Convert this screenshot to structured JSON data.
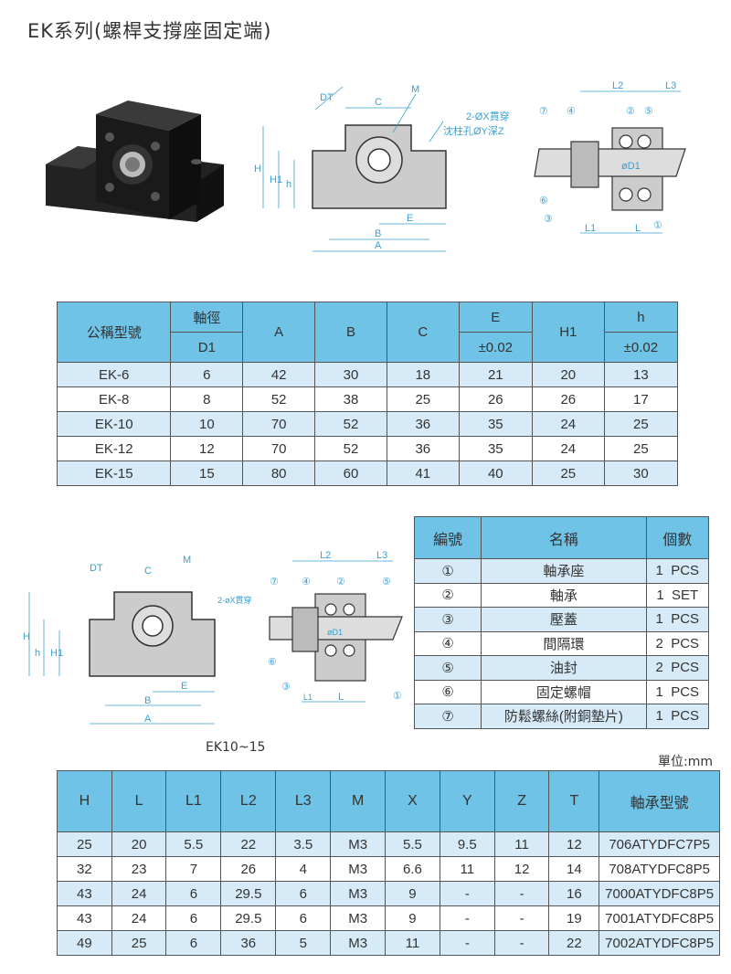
{
  "title": "EK系列(螺桿支撐座固定端)",
  "diagram_top": {
    "front_labels": {
      "DT": "DT",
      "M": "M",
      "C": "C",
      "H": "H",
      "H1": "H1",
      "h": "h",
      "E": "E",
      "B": "B",
      "A": "A",
      "hole_note_1": "2-ØX貫穿",
      "hole_note_2": "沈柱孔ØY深Z"
    },
    "section_labels": {
      "L2": "L2",
      "L3": "L3",
      "L1": "L1",
      "L": "L",
      "D1": "øD1",
      "n1": "①",
      "n2": "②",
      "n3": "③",
      "n4": "④",
      "n5": "⑤",
      "n6": "⑥",
      "n7": "⑦"
    }
  },
  "diagram_bottom": {
    "front_labels": {
      "DT": "DT",
      "M": "M",
      "C": "C",
      "H": "H",
      "H1": "H1",
      "h": "h",
      "E": "E",
      "B": "B",
      "A": "A",
      "hole_note": "2-øX貫穿"
    },
    "section_labels": {
      "L2": "L2",
      "L3": "L3",
      "L1": "L1",
      "L": "L",
      "D1": "øD1",
      "n1": "①",
      "n2": "②",
      "n3": "③",
      "n4": "④",
      "n5": "⑤",
      "n6": "⑥",
      "n7": "⑦"
    },
    "caption": "EK10~15"
  },
  "unit": "單位:mm",
  "dimension_table": {
    "headers": [
      "公稱型號",
      "軸徑",
      "A",
      "B",
      "C",
      "E",
      "H1",
      "h"
    ],
    "subheaders": {
      "d1": "D1",
      "e_tol": "±0.02",
      "h_tol": "±0.02"
    },
    "rows": [
      [
        "EK-6",
        "6",
        "42",
        "30",
        "18",
        "21",
        "20",
        "13"
      ],
      [
        "EK-8",
        "8",
        "52",
        "38",
        "25",
        "26",
        "26",
        "17"
      ],
      [
        "EK-10",
        "10",
        "70",
        "52",
        "36",
        "35",
        "24",
        "25"
      ],
      [
        "EK-12",
        "12",
        "70",
        "52",
        "36",
        "35",
        "24",
        "25"
      ],
      [
        "EK-15",
        "15",
        "80",
        "60",
        "41",
        "40",
        "25",
        "30"
      ]
    ]
  },
  "parts_table": {
    "headers": [
      "編號",
      "名稱",
      "個數"
    ],
    "rows": [
      [
        "①",
        "軸承座",
        "1  PCS"
      ],
      [
        "②",
        "軸承",
        "1  SET"
      ],
      [
        "③",
        "壓蓋",
        "1  PCS"
      ],
      [
        "④",
        "間隔環",
        "2  PCS"
      ],
      [
        "⑤",
        "油封",
        "2  PCS"
      ],
      [
        "⑥",
        "固定螺帽",
        "1  PCS"
      ],
      [
        "⑦",
        "防鬆螺絲(附銅墊片)",
        "1  PCS"
      ]
    ]
  },
  "spec_table": {
    "headers": [
      "H",
      "L",
      "L1",
      "L2",
      "L3",
      "M",
      "X",
      "Y",
      "Z",
      "T",
      "軸承型號"
    ],
    "rows": [
      [
        "25",
        "20",
        "5.5",
        "22",
        "3.5",
        "M3",
        "5.5",
        "9.5",
        "11",
        "12",
        "706ATYDFC7P5"
      ],
      [
        "32",
        "23",
        "7",
        "26",
        "4",
        "M3",
        "6.6",
        "11",
        "12",
        "14",
        "708ATYDFC8P5"
      ],
      [
        "43",
        "24",
        "6",
        "29.5",
        "6",
        "M3",
        "9",
        "-",
        "-",
        "16",
        "7000ATYDFC8P5"
      ],
      [
        "43",
        "24",
        "6",
        "29.5",
        "6",
        "M3",
        "9",
        "-",
        "-",
        "19",
        "7001ATYDFC8P5"
      ],
      [
        "49",
        "25",
        "6",
        "36",
        "5",
        "M3",
        "11",
        "-",
        "-",
        "22",
        "7002ATYDFC8P5"
      ]
    ]
  }
}
